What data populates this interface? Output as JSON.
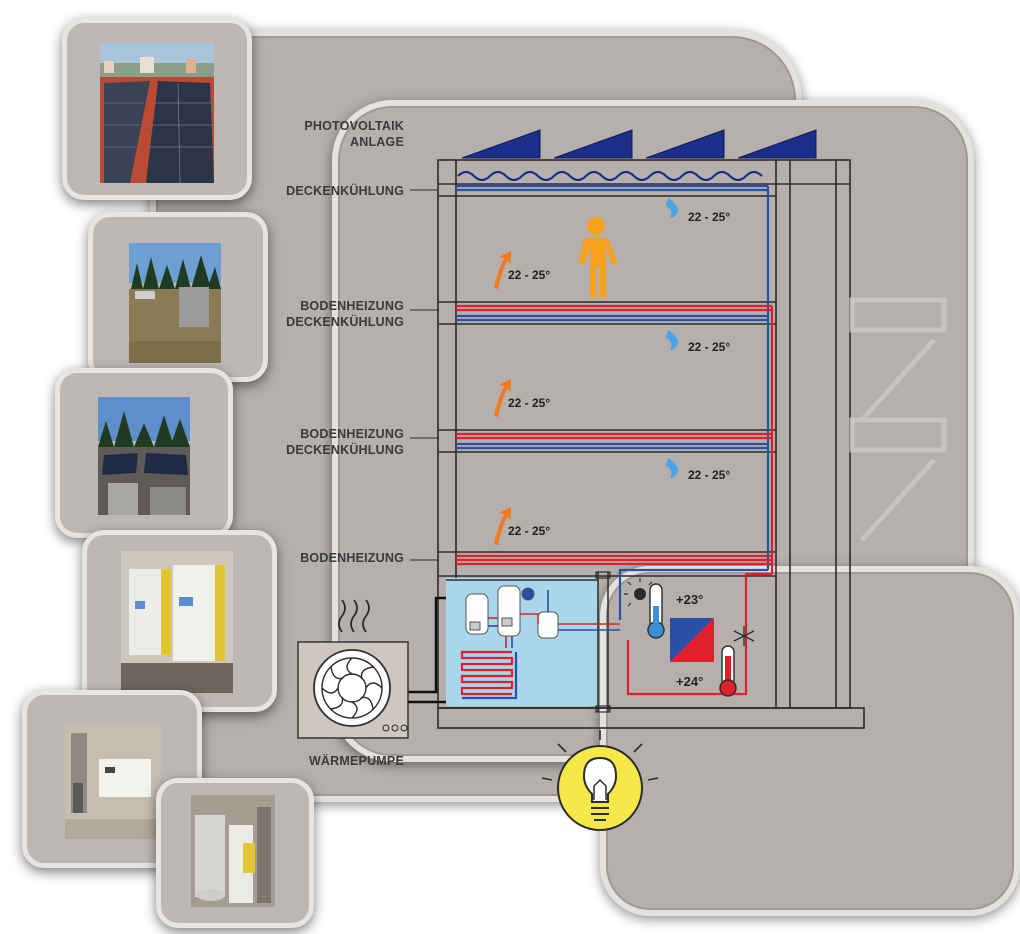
{
  "labels": {
    "pv": [
      "PHOTOVOLTAIK",
      "ANLAGE"
    ],
    "deckenkuehlung_top": "DECKENKÜHLUNG",
    "floor1": [
      "BODENHEIZUNG",
      "DECKENKÜHLUNG"
    ],
    "floor2": [
      "BODENHEIZUNG",
      "DECKENKÜHLUNG"
    ],
    "bodenheizung_bottom": "BODENHEIZUNG",
    "waermepumpe": "WÄRMEPUMPE"
  },
  "temps": {
    "cool_top": "22 - 25°",
    "heat_top": "22 - 25°",
    "cool_mid": "22 - 25°",
    "heat_mid": "22 - 25°",
    "cool_low": "22 - 25°",
    "heat_low": "22 - 25°"
  },
  "controller": {
    "indoor_temp": "+23°",
    "outdoor_temp": "+24°"
  },
  "colors": {
    "hot_pipe": "#e0202a",
    "cold_pipe": "#2a4fa8",
    "panel_bg": "#b5b0ad",
    "pv_panel": "#1c2e8a",
    "person": "#f6a21e",
    "tank_room": "#a9d6ea",
    "bulb": "#f7e84a"
  },
  "icons": [
    "solar-panel-icon",
    "wave-icon",
    "person-icon",
    "heat-arrow-icon",
    "cool-drop-icon",
    "fan-icon",
    "thermometer-icon",
    "snowflake-icon",
    "lightbulb-icon"
  ]
}
